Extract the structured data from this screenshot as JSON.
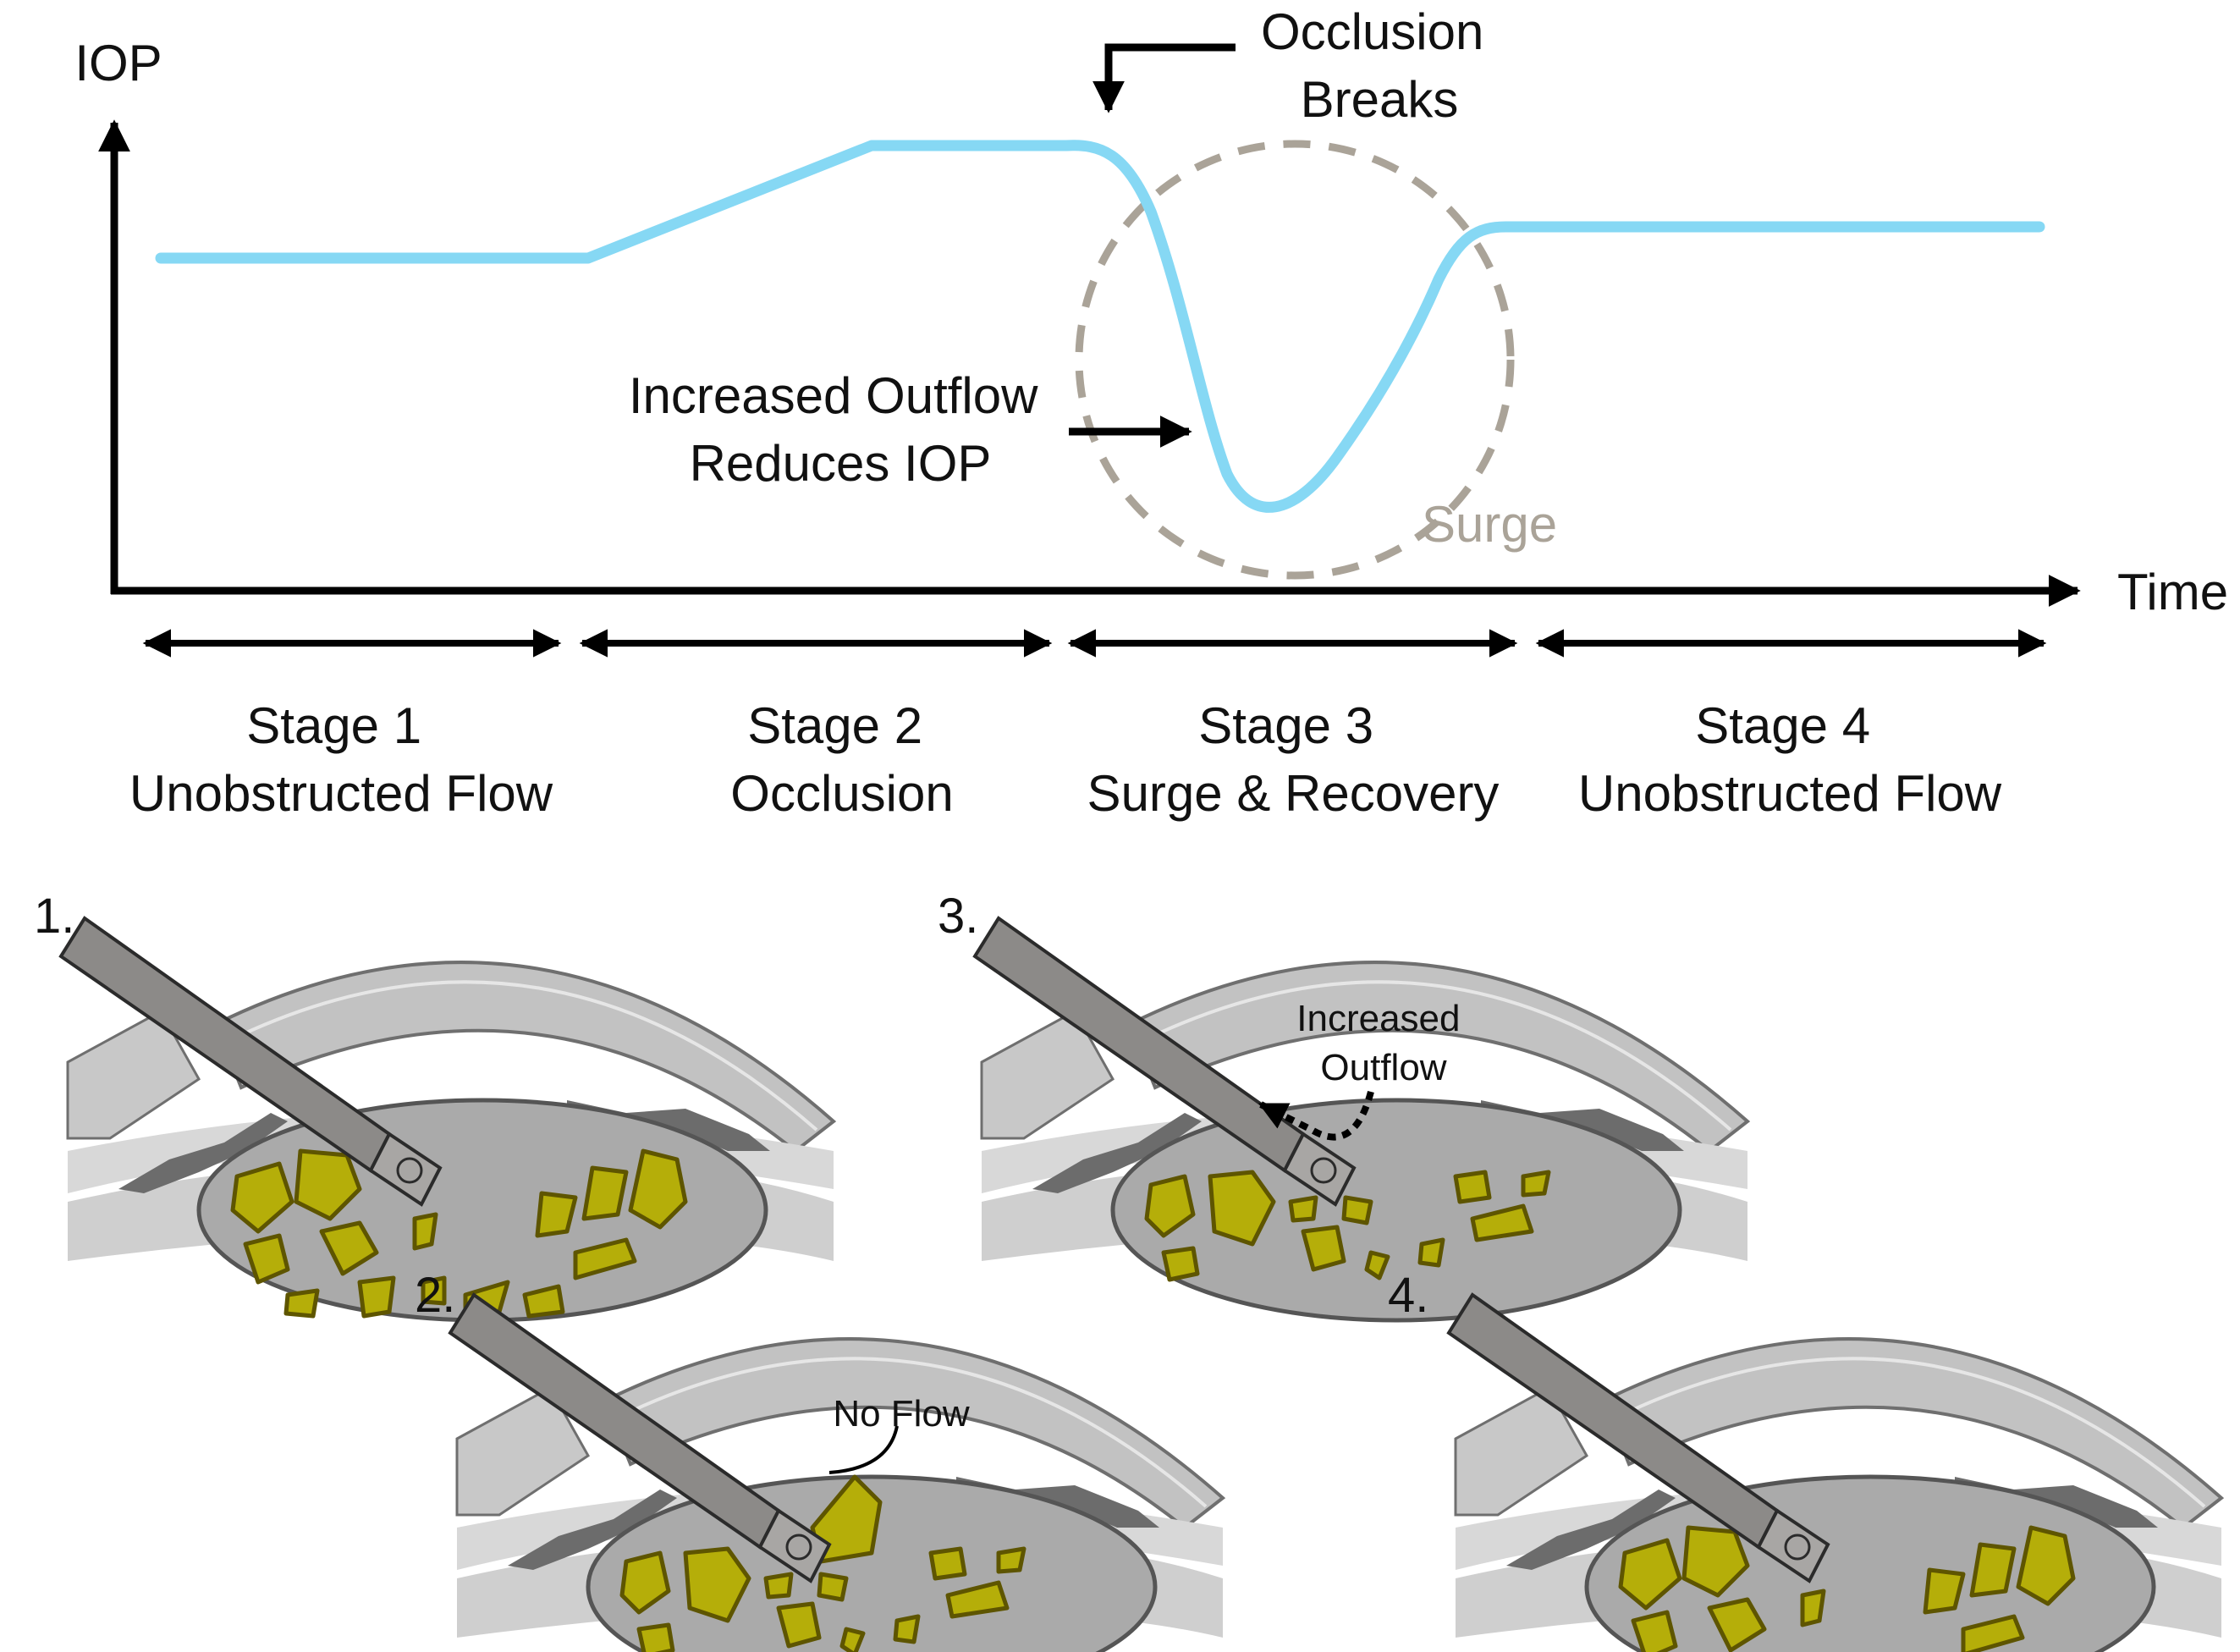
{
  "chart": {
    "y_axis_label": "IOP",
    "x_axis_label": "Time",
    "annotations": {
      "occlusion_breaks": [
        "Occlusion",
        "Breaks"
      ],
      "increased_outflow": [
        "Increased Outflow",
        "Reduces IOP"
      ],
      "surge": "Surge"
    },
    "stages": [
      {
        "title": "Stage 1",
        "name": "Unobstructed Flow"
      },
      {
        "title": "Stage 2",
        "name": "Occlusion"
      },
      {
        "title": "Stage 3",
        "name": "Surge & Recovery"
      },
      {
        "title": "Stage 4",
        "name": "Unobstructed Flow"
      }
    ]
  },
  "panels": [
    {
      "number": "1."
    },
    {
      "number": "2.",
      "callout": "No Flow"
    },
    {
      "number": "3.",
      "callout": [
        "Increased",
        "Outflow"
      ]
    },
    {
      "number": "4."
    }
  ],
  "colors": {
    "iop_curve": "#86d8f4",
    "surge_circle": "#aaa398",
    "axis": "#000000",
    "lens_fragment_fill": "#b5ae09",
    "lens_fragment_outline": "#5e5500",
    "lens_fill": "#aaaaaa",
    "cornea_fill": "#c2c2c2",
    "probe_fill": "#8c8a88"
  }
}
